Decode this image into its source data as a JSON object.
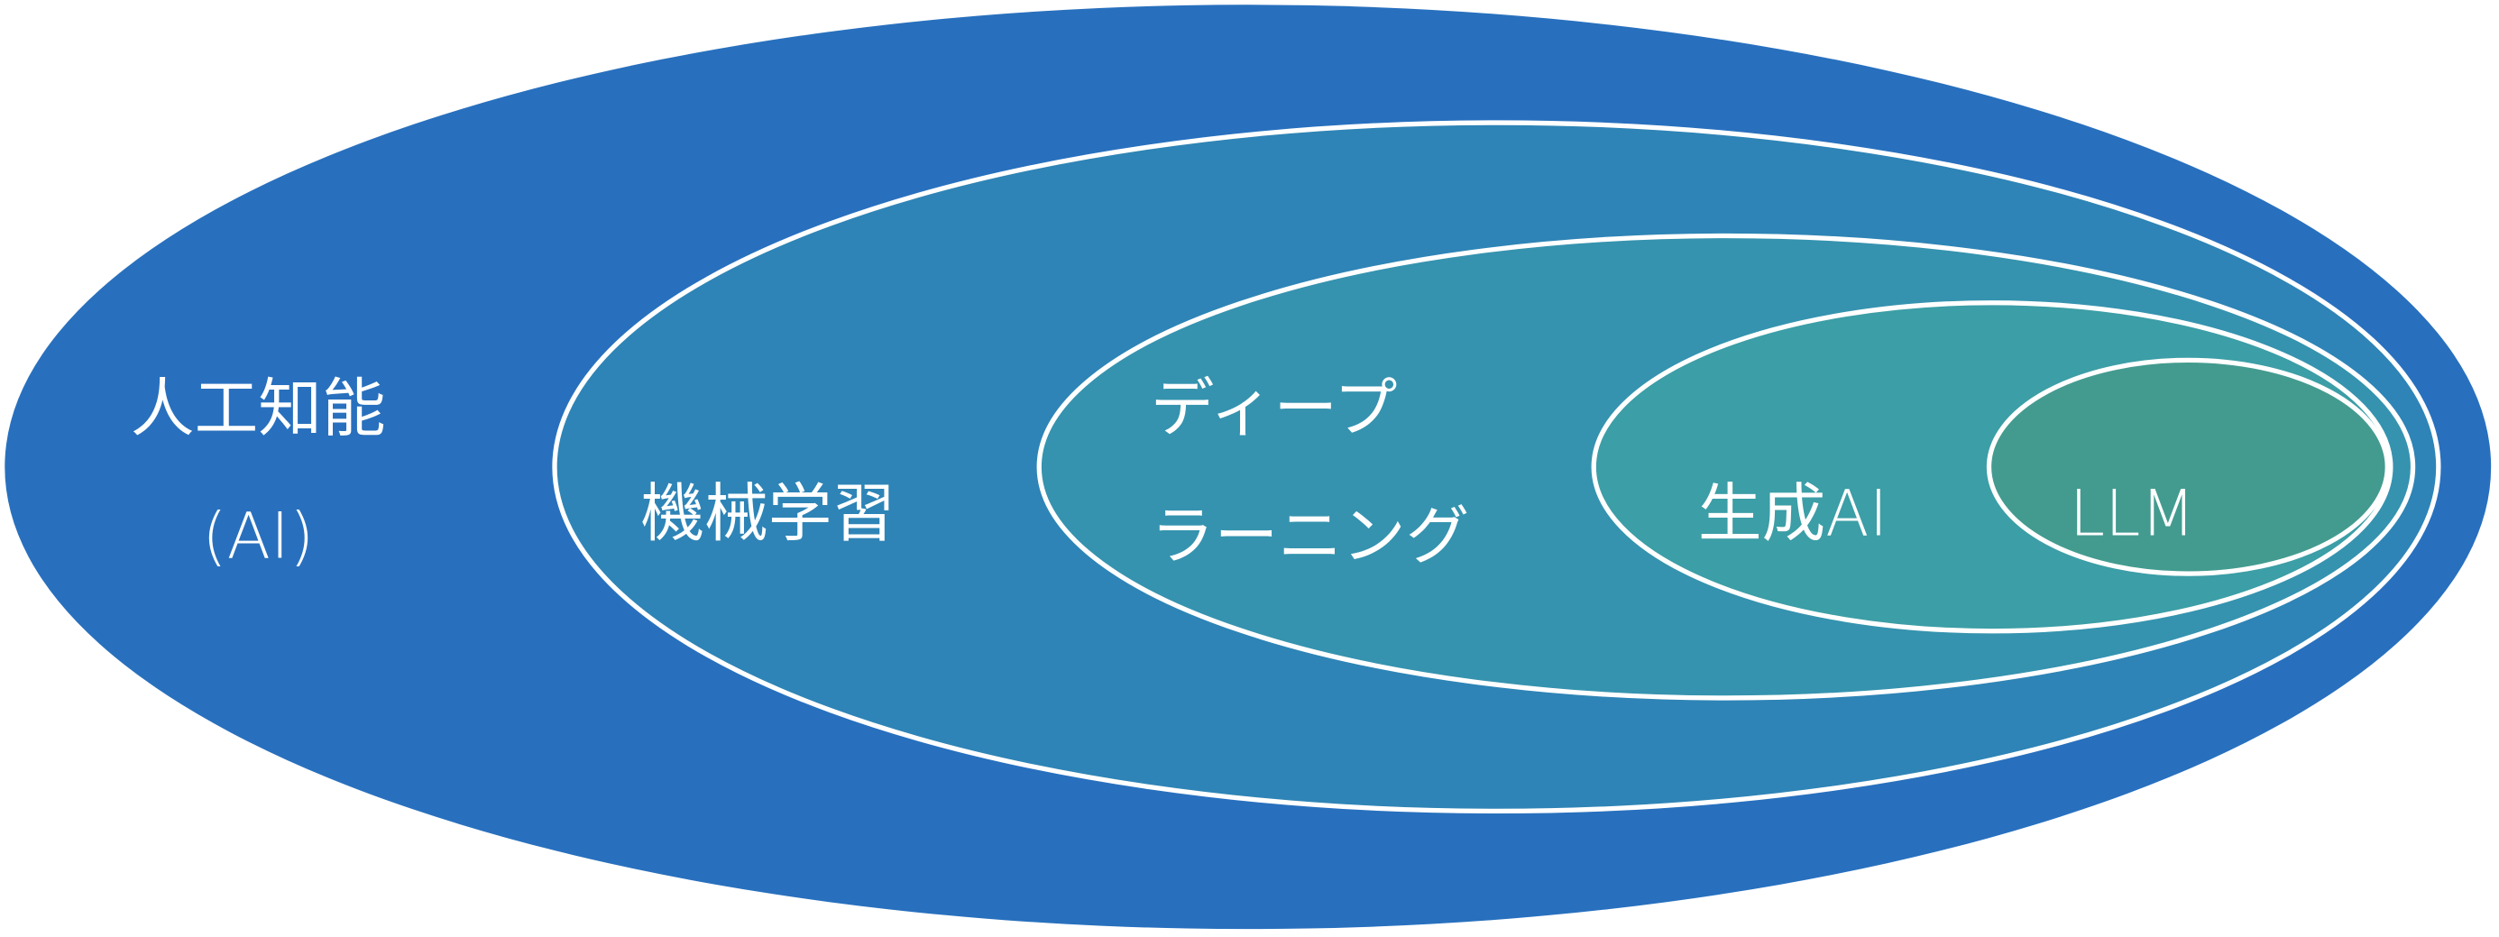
{
  "title": "AI hierarchy nested diagram",
  "colors": {
    "ai": "#2870BE",
    "ml": "#2E84B6",
    "dl": "#3593AF",
    "genai": "#3C9EA6",
    "llm": "#439B8F",
    "stroke": "#FFFFFF",
    "text": "#FFFFFF"
  },
  "labels": {
    "ai_line1": "人工知能",
    "ai_line2": "(AI)",
    "ml": "機械学習",
    "dl_line1": "ディープ",
    "dl_line2": "ラーニング",
    "genai": "生成AI",
    "llm": "LLM"
  }
}
